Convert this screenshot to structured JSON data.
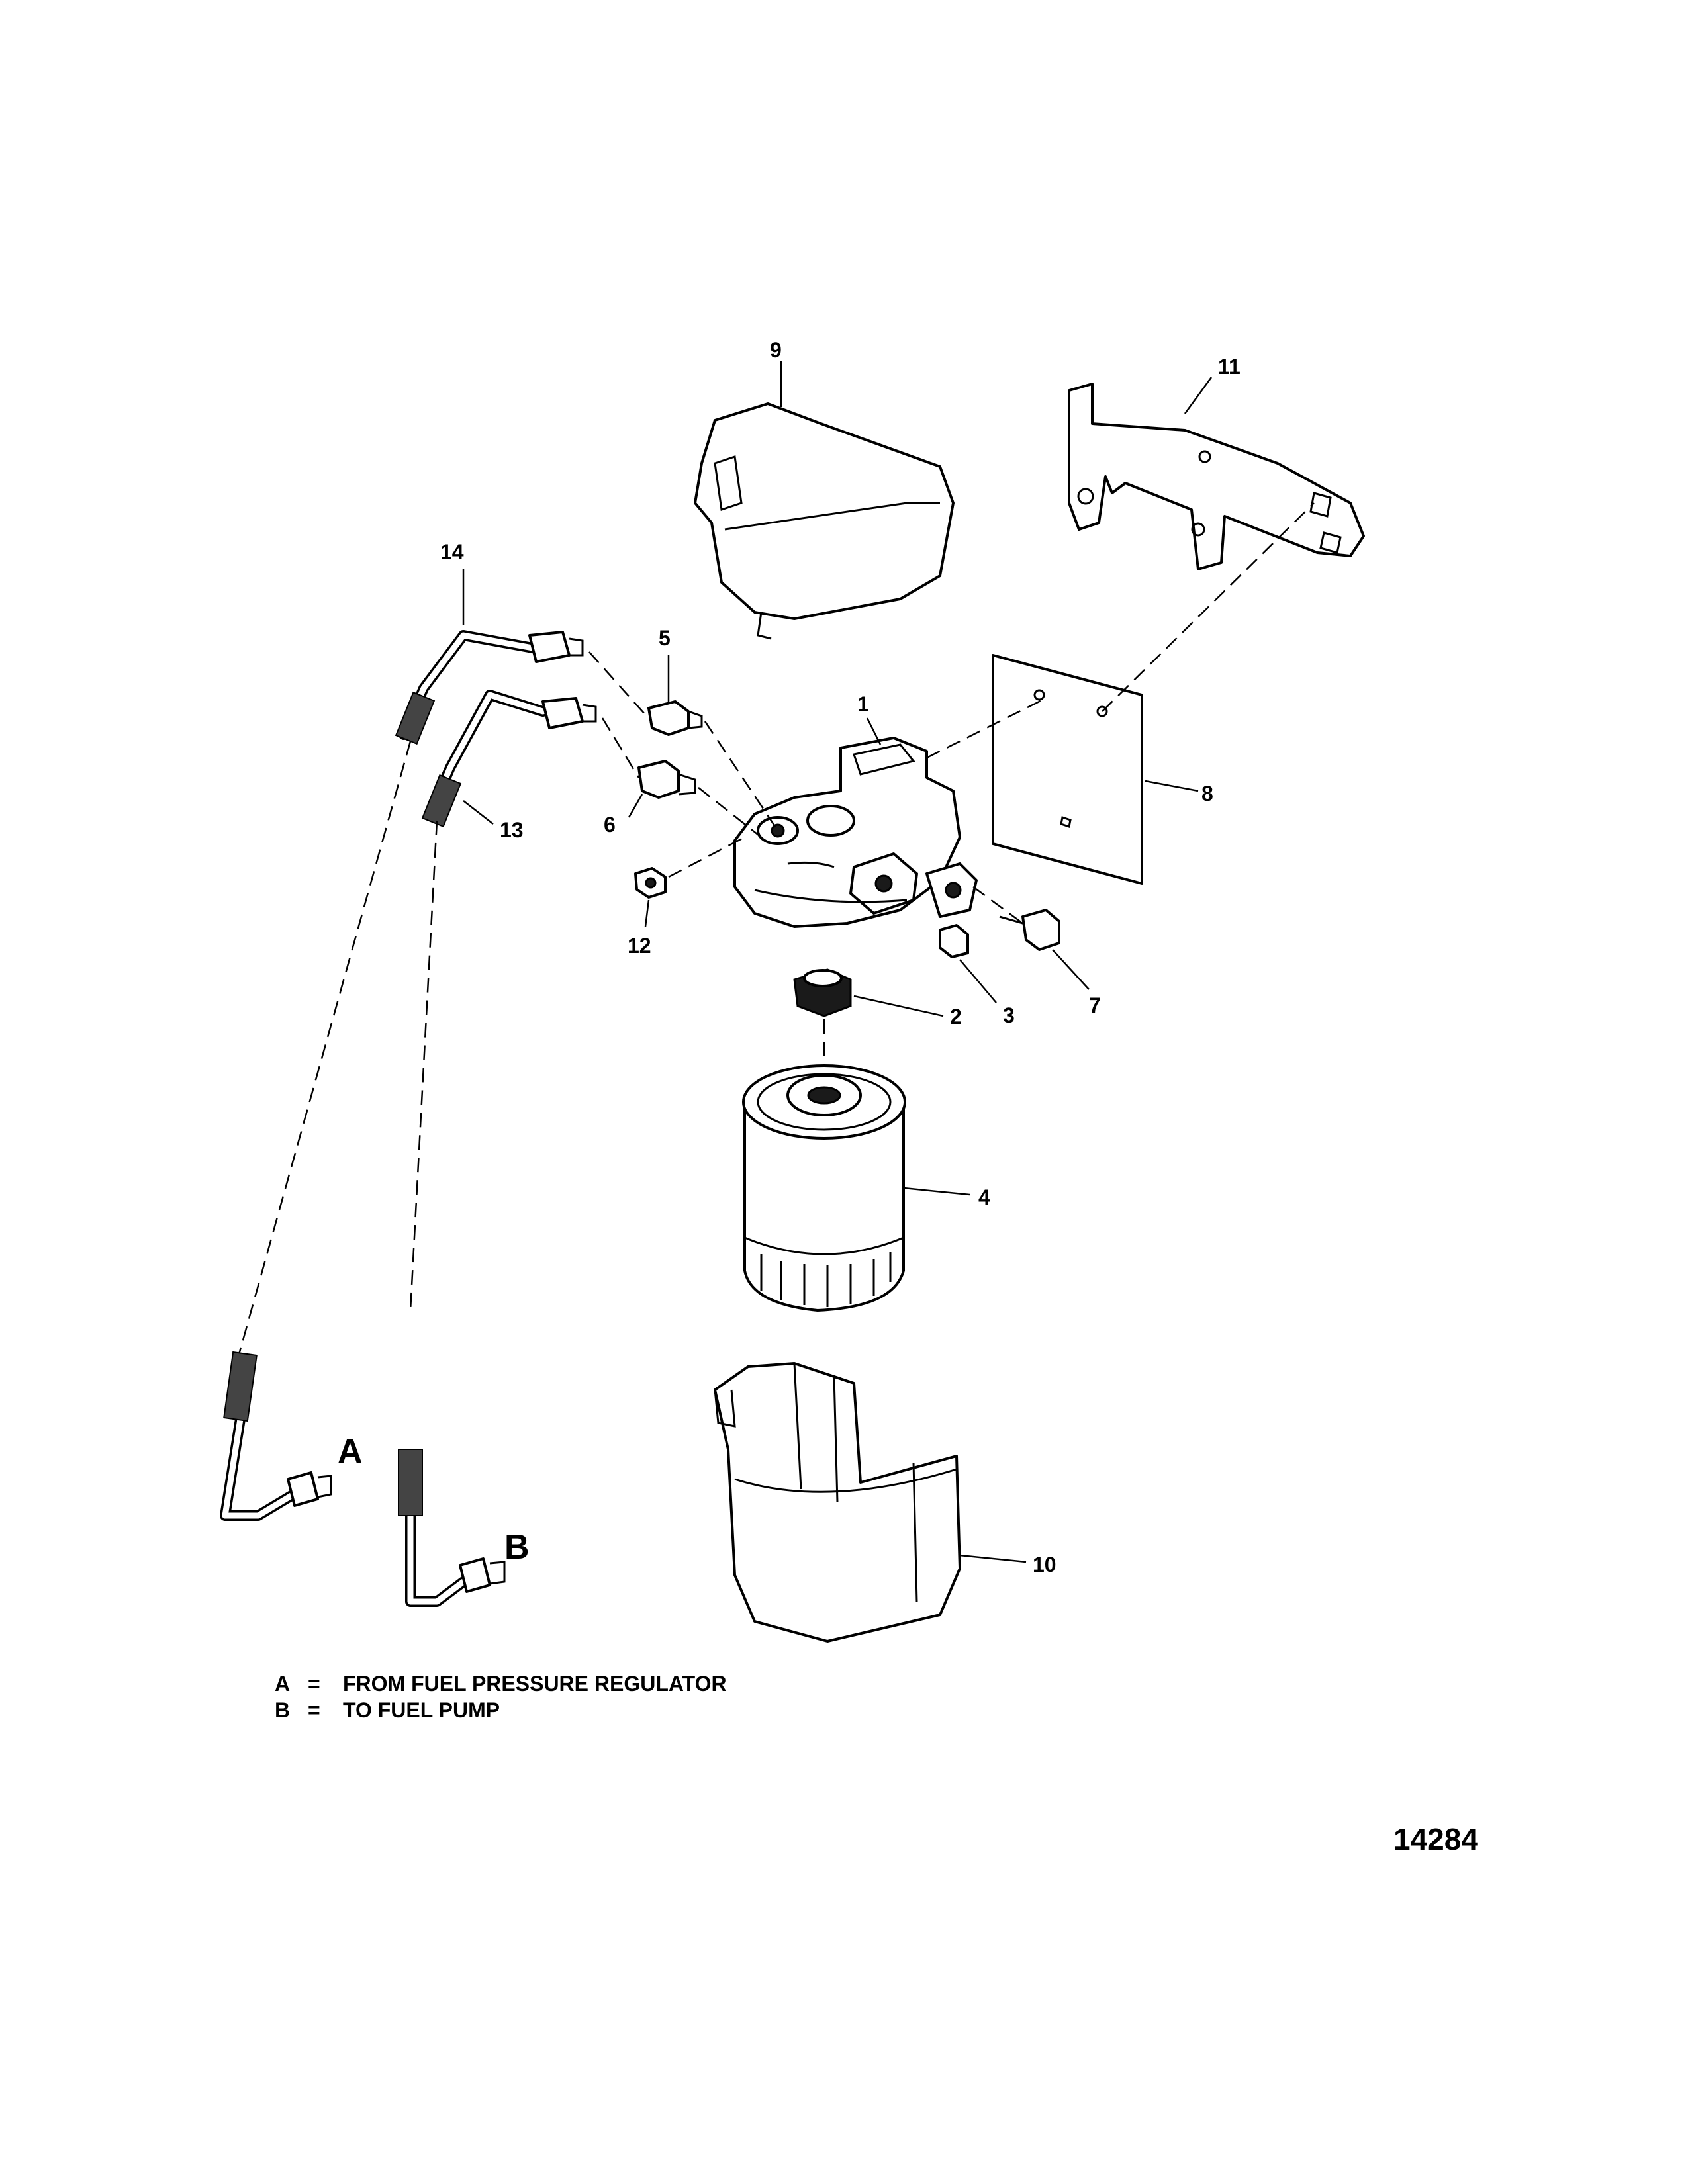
{
  "callouts": [
    "1",
    "2",
    "3",
    "4",
    "5",
    "6",
    "7",
    "8",
    "9",
    "10",
    "11",
    "12",
    "13",
    "14"
  ],
  "letters": {
    "a": "A",
    "b": "B"
  },
  "legend": {
    "a_key": "A",
    "a_eq": "=",
    "a_text": "FROM FUEL PRESSURE REGULATOR",
    "b_key": "B",
    "b_eq": "=",
    "b_text": "TO FUEL PUMP"
  },
  "figure_number": "14284"
}
